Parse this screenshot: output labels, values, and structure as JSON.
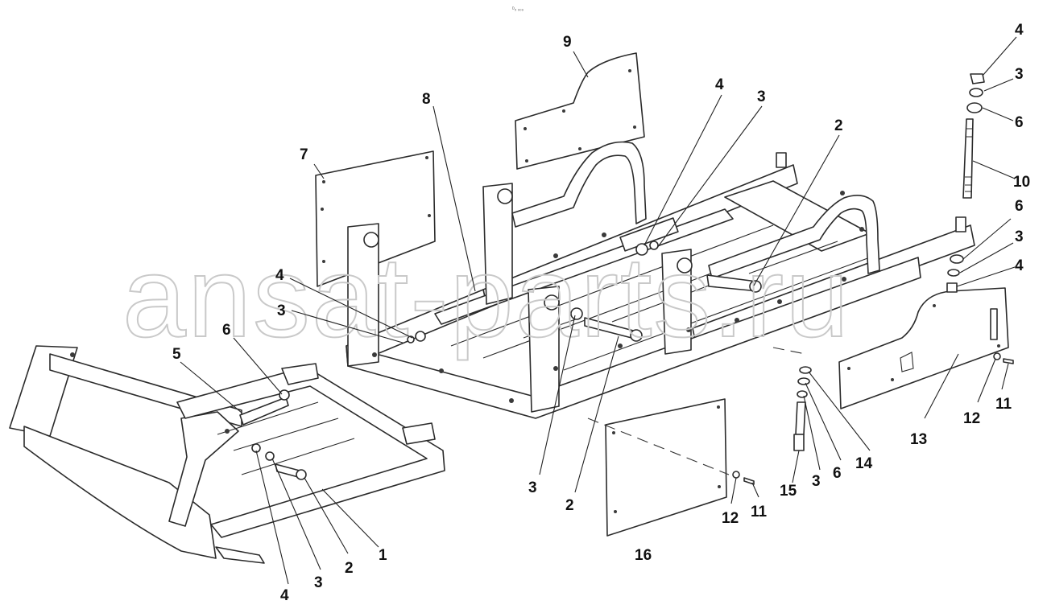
{
  "header_code": "ᴰ₅ ₉₀₉",
  "watermark": "ansat-parts.ru",
  "colors": {
    "line": "#2b2b2b",
    "watermark": "#c9c9c9",
    "background": "#ffffff"
  },
  "callouts": {
    "c4_top": "4",
    "c3_top": "3",
    "c6_top": "6",
    "c10": "10",
    "c9": "9",
    "c8": "8",
    "c7": "7",
    "c4_mid": "4",
    "c3_mid": "3",
    "c2_top": "2",
    "c6_right": "6",
    "c3_right": "3",
    "c4_right": "4",
    "c4_left": "4",
    "c3_left": "3",
    "c5": "5",
    "c6_left": "6",
    "c3_center": "3",
    "c2_center": "2",
    "c13": "13",
    "c12_right": "12",
    "c11_right": "11",
    "c14": "14",
    "c6_bottom": "6",
    "c3_bottom": "3",
    "c15": "15",
    "c12_bottom": "12",
    "c11_bottom": "11",
    "c16": "16",
    "c1": "1",
    "c2_bottom": "2",
    "c3_bottom_left": "3",
    "c4_bottom_left": "4"
  }
}
